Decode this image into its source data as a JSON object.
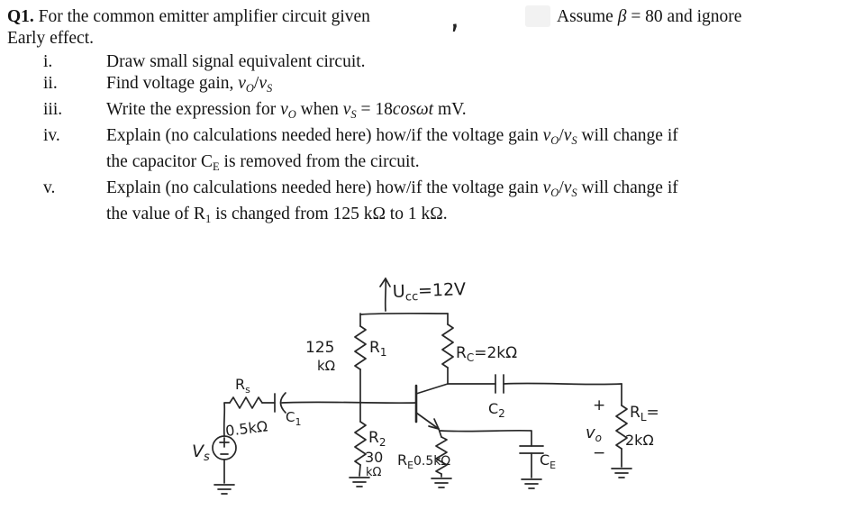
{
  "header": {
    "q_label": "Q1.",
    "intro": " For the common emitter amplifier circuit given",
    "hand_mark": ",",
    "assume_pre": "Assume ",
    "beta": "β",
    "assume_post": " = 80 and ignore",
    "line2": "Early effect."
  },
  "question": {
    "items": [
      {
        "n": "i.",
        "p0": "Draw small signal equivalent circuit."
      },
      {
        "n": "ii.",
        "p0": "Find voltage gain, ",
        "v1": "v",
        "s1": "O",
        "slash": "/",
        "v2": "v",
        "s2": "S"
      },
      {
        "n": "iii.",
        "p0": "Write the expression for ",
        "v1": "v",
        "s1": "O",
        "p1": " when ",
        "v2": "v",
        "s2": "S",
        "p2": " = 18",
        "math": "cosωt",
        "p3": " mV."
      },
      {
        "n": "iv.",
        "p0": "Explain (no calculations needed here) how/if the voltage gain ",
        "v1": "v",
        "s1": "O",
        "slash": "/",
        "v2": "v",
        "s2": "S",
        "p1": " will change if",
        "l2a": "the capacitor C",
        "l2sub": "E",
        "l2b": " is removed from the circuit."
      },
      {
        "n": "v.",
        "p0": "Explain (no calculations needed here) how/if the voltage gain ",
        "v1": "v",
        "s1": "O",
        "slash": "/",
        "v2": "v",
        "s2": "S",
        "p1": " will change if",
        "l2a": "the value of R",
        "l2sub": "1",
        "l2b": " is changed from 125 kΩ to 1 kΩ."
      }
    ]
  },
  "circuit": {
    "ucc": {
      "sym": "U",
      "sub": "cc",
      "val": "=12V"
    },
    "r1": {
      "val": "125",
      "unit": "kΩ",
      "sym": "R",
      "sub": "1"
    },
    "rc": {
      "sym": "R",
      "sub": "C",
      "val": "=2kΩ"
    },
    "c2": {
      "sym": "C",
      "sub": "2"
    },
    "rs": {
      "sym": "R",
      "sub": "s"
    },
    "rs_val": "0.5kΩ",
    "c1": {
      "sym": "C",
      "sub": "1"
    },
    "vs": {
      "sym": "V",
      "sub": "s"
    },
    "r2": {
      "sym": "R",
      "sub": "2",
      "val": "30",
      "unit": "kΩ"
    },
    "re": {
      "sym": "R",
      "sub": "E",
      "val": "0.5kΩ"
    },
    "ce": {
      "sym": "C",
      "sub": "E"
    },
    "rl": {
      "sym": "R",
      "sub": "L",
      "eq": "=",
      "val": "2kΩ"
    },
    "vo": {
      "plus": "+",
      "sym": "v",
      "sub": "o",
      "minus": "−"
    }
  }
}
